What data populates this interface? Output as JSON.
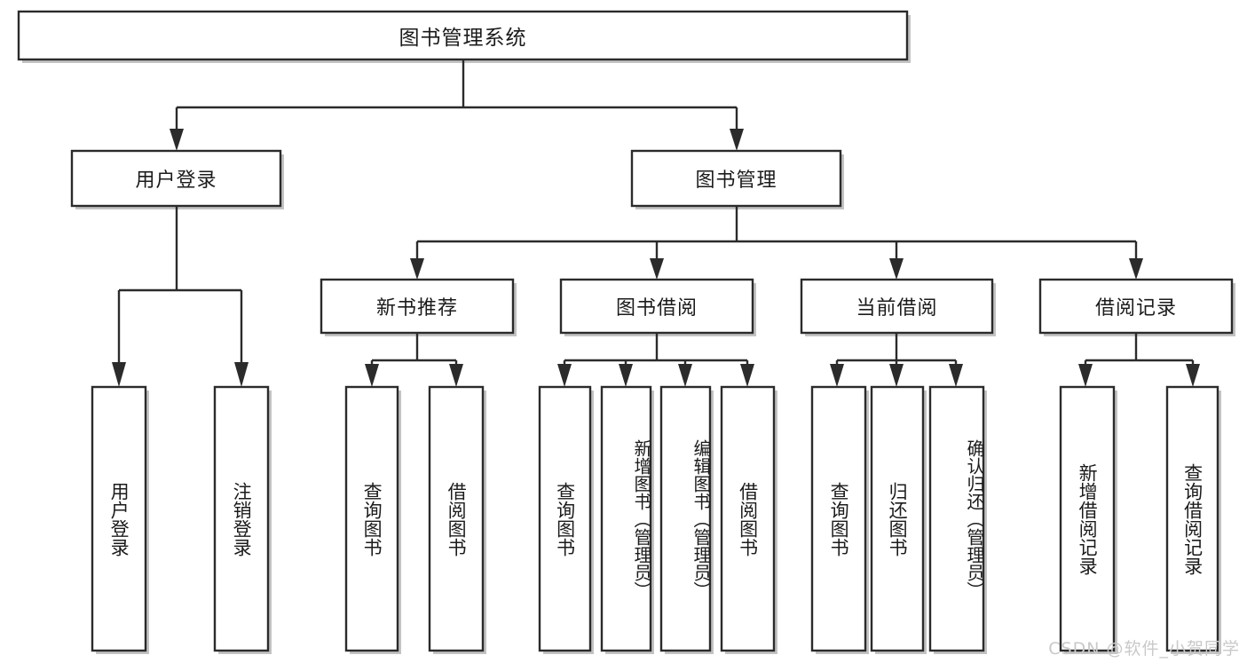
{
  "diagram": {
    "type": "tree",
    "title": "图书管理系统",
    "root": {
      "label": "图书管理系统"
    },
    "level2": [
      {
        "label": "用户登录"
      },
      {
        "label": "图书管理"
      }
    ],
    "level3": [
      {
        "label": "新书推荐"
      },
      {
        "label": "图书借阅"
      },
      {
        "label": "当前借阅"
      },
      {
        "label": "借阅记录"
      }
    ],
    "leaves": {
      "user_login": [
        {
          "label": "用户登录"
        },
        {
          "label": "注销登录"
        }
      ],
      "new_book_recommend": [
        {
          "label": "查询图书"
        },
        {
          "label": "借阅图书"
        }
      ],
      "book_borrow": [
        {
          "label": "查询图书"
        },
        {
          "label": "新增图书（管理员）"
        },
        {
          "label": "编辑图书（管理员）"
        },
        {
          "label": "借阅图书"
        }
      ],
      "current_borrow": [
        {
          "label": "查询图书"
        },
        {
          "label": "归还图书"
        },
        {
          "label": "确认归还（管理员）"
        }
      ],
      "borrow_record": [
        {
          "label": "新增借阅记录"
        },
        {
          "label": "查询借阅记录"
        }
      ]
    }
  },
  "watermark": {
    "text": "CSDN @软件_小贺同学"
  },
  "colors": {
    "stroke": "#2b2b2b",
    "fill": "#ffffff",
    "text": "#1b1b1b",
    "watermark": "#c9c9c9",
    "shadow": "#b9b9b9"
  }
}
